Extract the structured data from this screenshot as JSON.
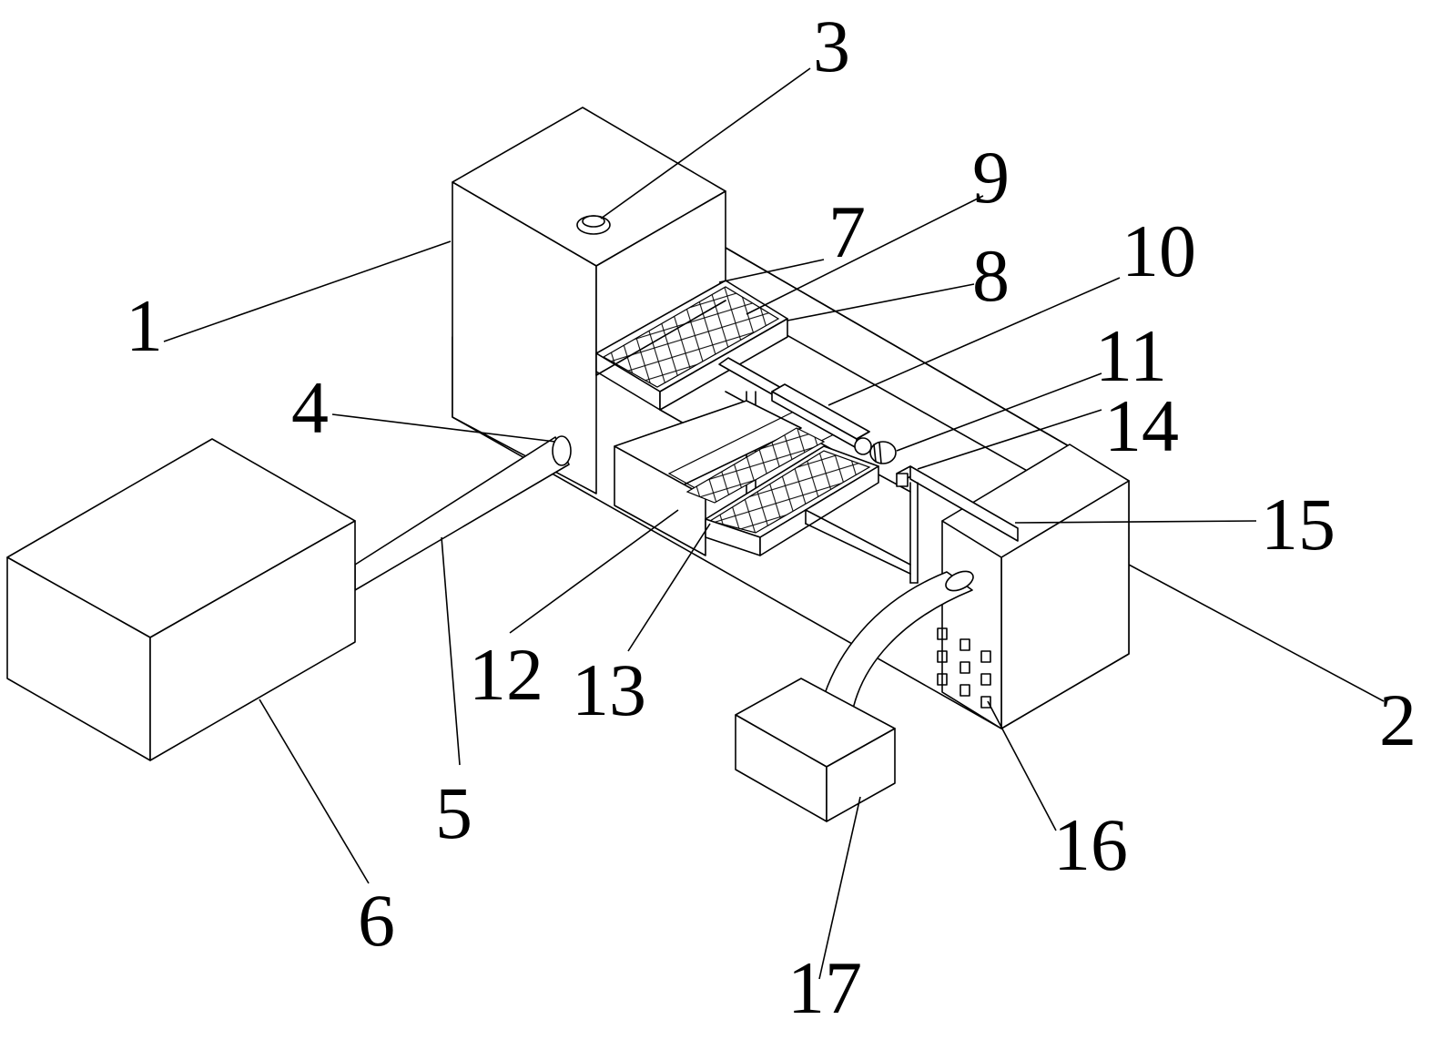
{
  "figure": {
    "labels": [
      {
        "id": "1",
        "text": "1"
      },
      {
        "id": "2",
        "text": "2"
      },
      {
        "id": "3",
        "text": "3"
      },
      {
        "id": "4",
        "text": "4"
      },
      {
        "id": "5",
        "text": "5"
      },
      {
        "id": "6",
        "text": "6"
      },
      {
        "id": "7",
        "text": "7"
      },
      {
        "id": "8",
        "text": "8"
      },
      {
        "id": "9",
        "text": "9"
      },
      {
        "id": "10",
        "text": "10"
      },
      {
        "id": "11",
        "text": "11"
      },
      {
        "id": "12",
        "text": "12"
      },
      {
        "id": "13",
        "text": "13"
      },
      {
        "id": "14",
        "text": "14"
      },
      {
        "id": "15",
        "text": "15"
      },
      {
        "id": "16",
        "text": "16"
      },
      {
        "id": "17",
        "text": "17"
      }
    ]
  }
}
